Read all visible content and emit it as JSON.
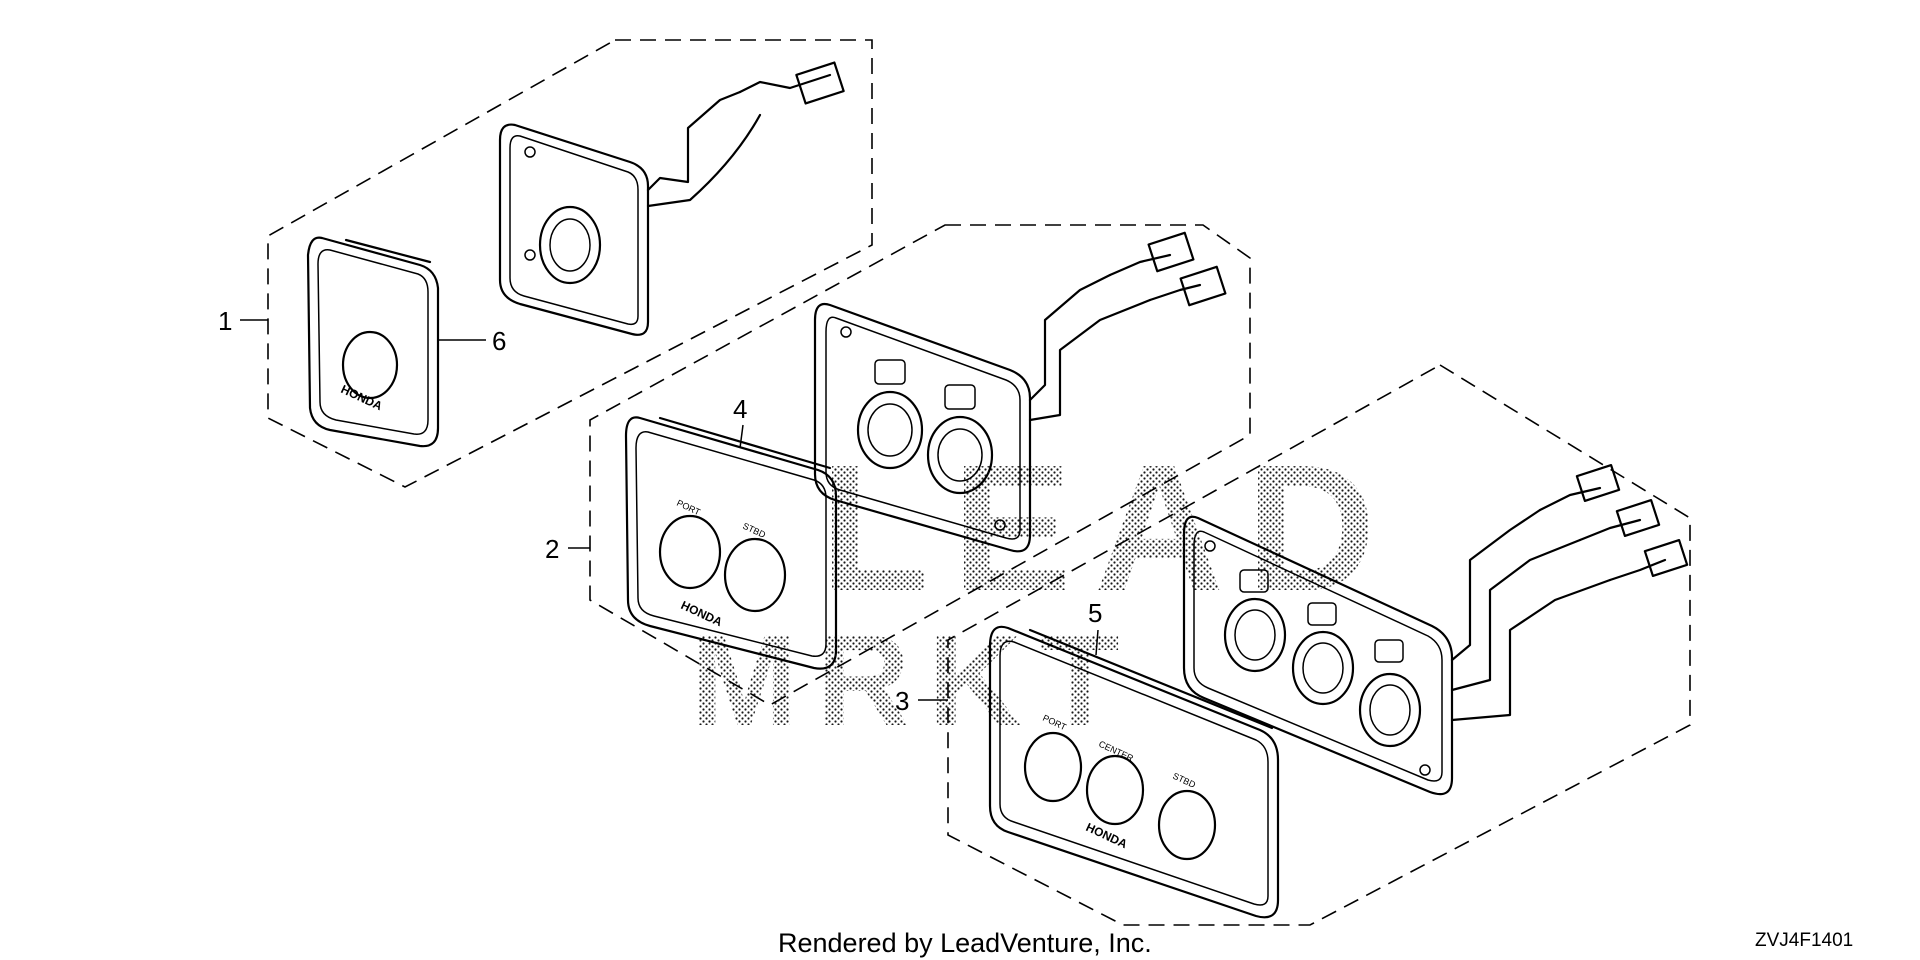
{
  "callouts": {
    "c1": "1",
    "c2": "2",
    "c3": "3",
    "c4": "4",
    "c5": "5",
    "c6": "6"
  },
  "footer": {
    "credit": "Rendered by LeadVenture, Inc.",
    "diagram_code": "ZVJ4F1401"
  },
  "watermark": {
    "line1": "LEAD",
    "line2": "MRKT"
  },
  "panel_markings": {
    "brand": "HONDA",
    "port": "PORT",
    "center": "CENTER",
    "stbd": "STBD"
  }
}
